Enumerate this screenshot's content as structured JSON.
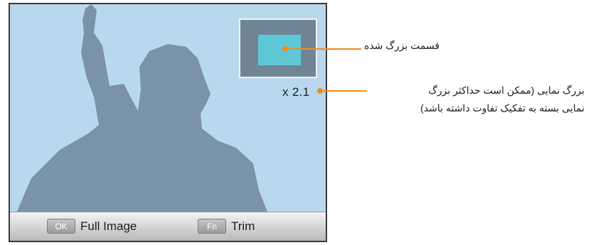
{
  "screen": {
    "zoom_level": "x 2.1",
    "buttons": [
      {
        "key": "OK",
        "label": "Full Image"
      },
      {
        "key": "Fn",
        "label": "Trim"
      }
    ]
  },
  "callouts": {
    "zoomed_area": "قسمت بزرگ شده",
    "magnification_line1": "بزرگ نمایی (ممکن است حداکثر بزرگ",
    "magnification_line2": "نمایی بسته به تفکیک تفاوت داشته باشد)"
  },
  "colors": {
    "screen_background": "#b9d8ee",
    "silhouette": "#7b93a6",
    "navigator": "#6f8595",
    "zoom_area": "#5fc8d6",
    "callout_accent": "#f08c1e"
  }
}
